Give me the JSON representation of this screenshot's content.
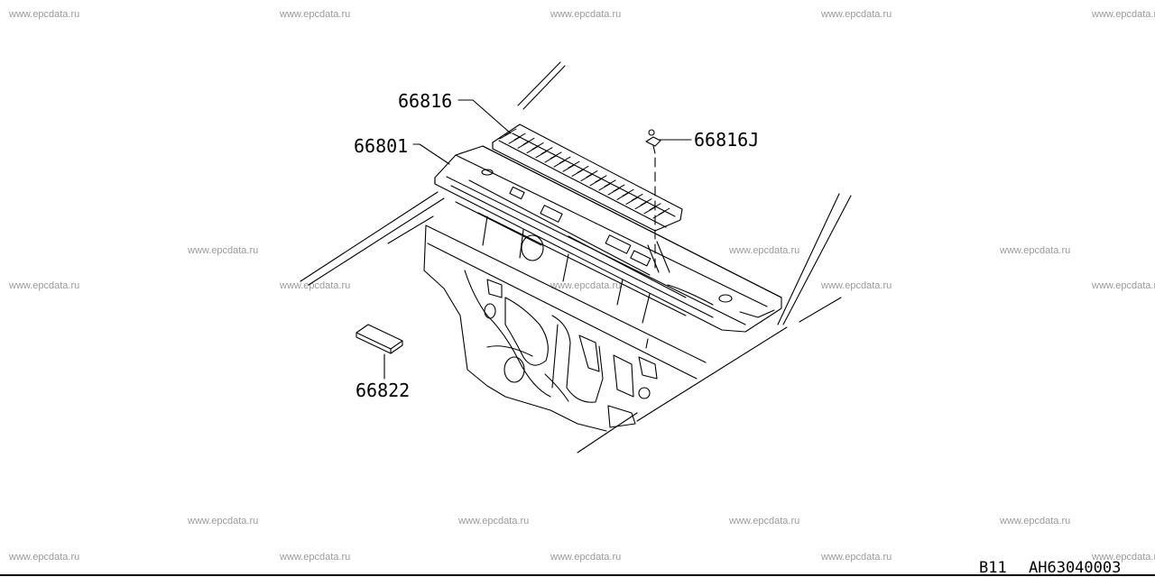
{
  "watermark": "www.epcdata.ru",
  "callouts": {
    "cowl_top_grille": "66816",
    "cowl_top_panel": "66801",
    "clip": "66816J",
    "seal": "66822"
  },
  "footer": {
    "model": "B11",
    "figure_code": "AH63040003"
  }
}
